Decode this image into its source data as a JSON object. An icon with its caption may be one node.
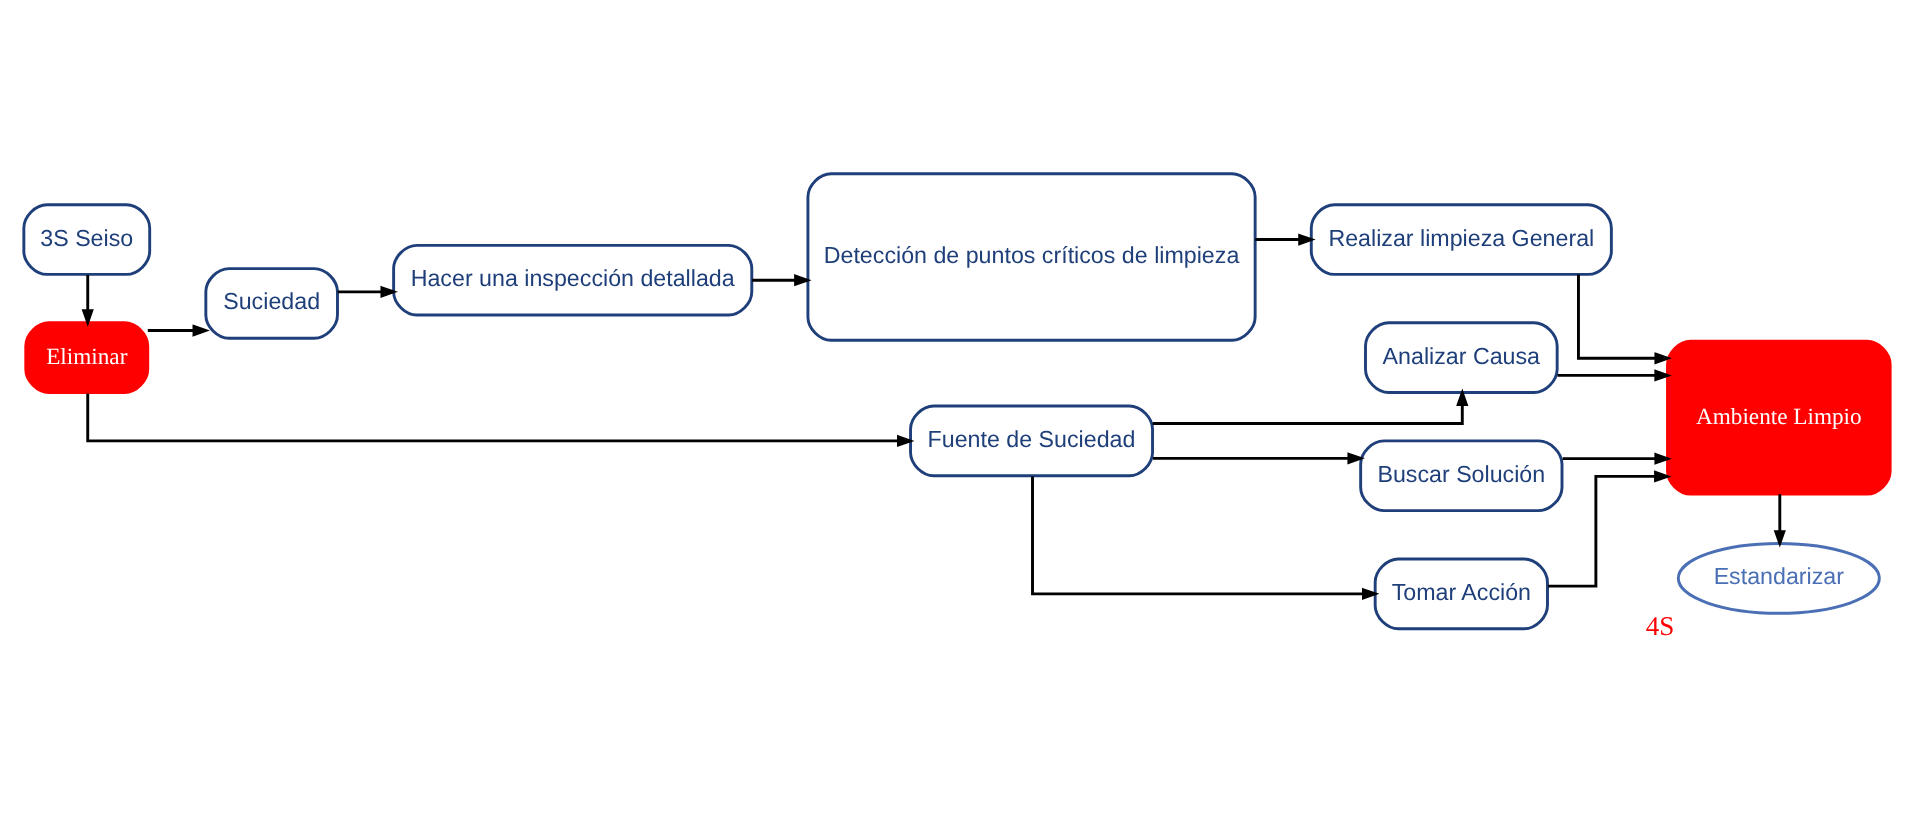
{
  "diagram": {
    "nodes": [
      {
        "text": [
          "3S Seiso"
        ]
      },
      {
        "text": [
          "Eliminar"
        ]
      },
      {
        "text": [
          "Suciedad"
        ]
      },
      {
        "text": [
          "Hacer una inspección detallada"
        ]
      },
      {
        "text": [
          "Detección de puntos críticos de limpieza"
        ]
      },
      {
        "text": [
          "Realizar limpieza General"
        ]
      },
      {
        "text": [
          "Fuente de Suciedad"
        ]
      },
      {
        "text": [
          "Analizar Causa"
        ]
      },
      {
        "text": [
          "Buscar Solución"
        ]
      },
      {
        "text": [
          "Tomar Acción"
        ]
      },
      {
        "text": [
          "Ambiente Limpio"
        ]
      },
      {
        "text": [
          "Estandarizar"
        ],
        "beside": [
          "4S"
        ]
      }
    ],
    "edges": [
      {
        "from": 0,
        "to": 1,
        "arrow": "to"
      },
      {
        "from": 1,
        "to": 2,
        "arrow": "to"
      },
      {
        "from": 1,
        "to": 6,
        "arrow": "to"
      },
      {
        "from": 2,
        "to": 3,
        "arrow": "to"
      },
      {
        "from": 3,
        "to": 4,
        "arrow": "to"
      },
      {
        "from": 4,
        "to": 5,
        "arrow": "to"
      },
      {
        "from": 5,
        "to": 10,
        "arrow": "to"
      },
      {
        "from": 6,
        "to": 7,
        "arrow": "to"
      },
      {
        "from": 6,
        "to": 8,
        "arrow": "to"
      },
      {
        "from": 6,
        "to": 9,
        "arrow": "to"
      },
      {
        "from": 7,
        "to": 10,
        "arrow": "to"
      },
      {
        "from": 8,
        "to": 10,
        "arrow": "to"
      },
      {
        "from": 9,
        "to": 10,
        "arrow": "to"
      },
      {
        "from": 10,
        "to": 11,
        "arrow": "to"
      }
    ]
  }
}
